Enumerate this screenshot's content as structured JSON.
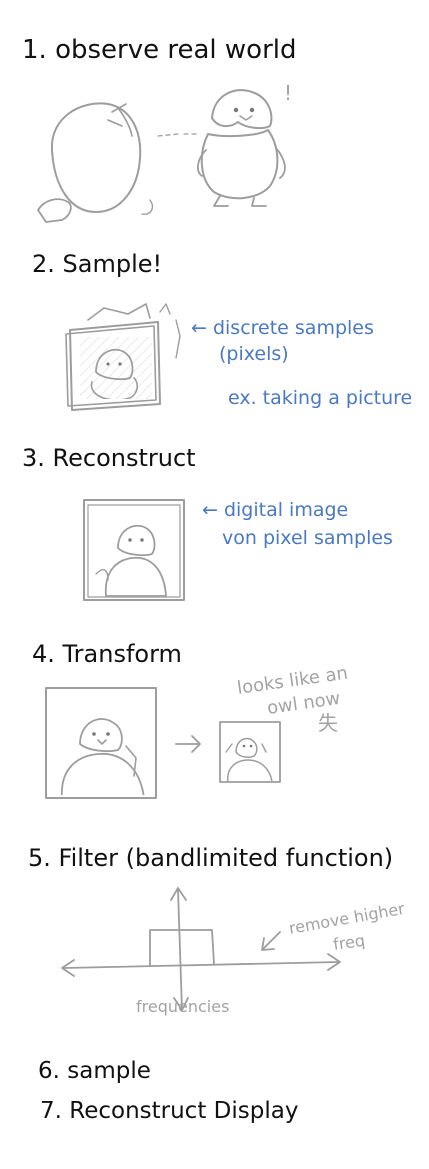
{
  "steps": [
    {
      "label": "1. observe real world"
    },
    {
      "label": "2. Sample!"
    },
    {
      "label": "3. Reconstruct"
    },
    {
      "label": "4. Transform"
    },
    {
      "label": "5. Filter (bandlimited function)"
    },
    {
      "label": "6. sample"
    },
    {
      "label": "7. Reconstruct Display"
    }
  ],
  "notes": {
    "exclaim": "!",
    "discrete_samples": "← discrete samples",
    "pixels": "(pixels)",
    "taking_picture": "ex. taking a picture",
    "digital_image": "← digital image",
    "from_pixel_samples": "von pixel samples",
    "looks_like_owl_1": "looks like an",
    "looks_like_owl_2": "owl now",
    "owl_glyph": "失",
    "remove_higher": "remove higher",
    "freq": "freq",
    "frequencies": "frequencies"
  },
  "colors": {
    "ink": "#111111",
    "annotation": "#4a79c2",
    "sketch": "#9d9d9d"
  }
}
